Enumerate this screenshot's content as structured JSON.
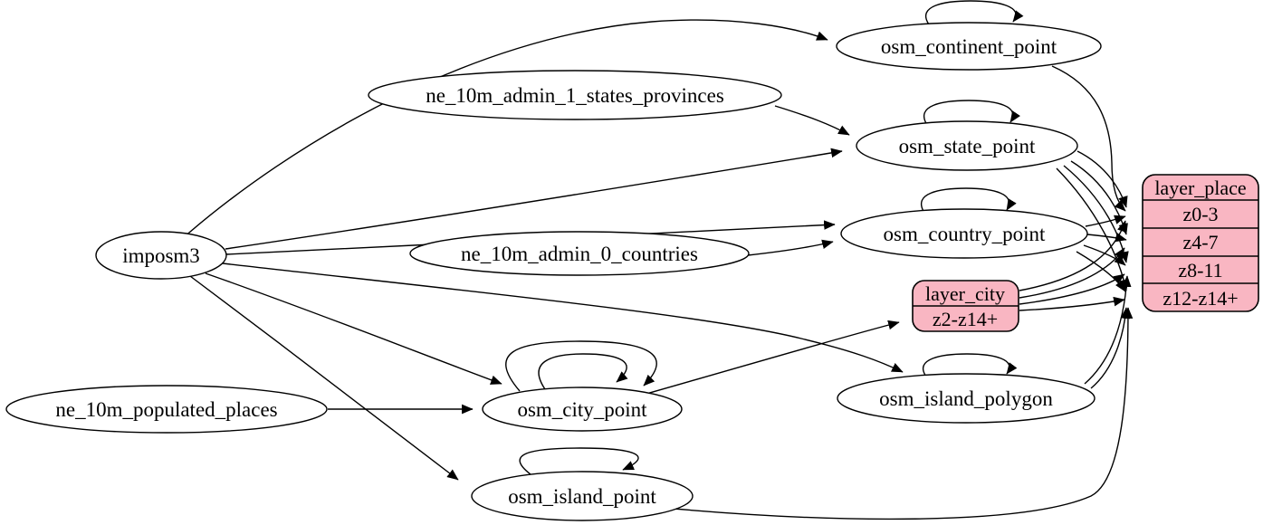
{
  "colors": {
    "record_fill": "#f9b6c2",
    "node_fill": "#ffffff",
    "edge_stroke": "#000000"
  },
  "nodes": {
    "imposm3": "imposm3",
    "ne_10m_admin_1_states_provinces": "ne_10m_admin_1_states_provinces",
    "ne_10m_admin_0_countries": "ne_10m_admin_0_countries",
    "ne_10m_populated_places": "ne_10m_populated_places",
    "osm_continent_point": "osm_continent_point",
    "osm_state_point": "osm_state_point",
    "osm_country_point": "osm_country_point",
    "osm_city_point": "osm_city_point",
    "osm_island_polygon": "osm_island_polygon",
    "osm_island_point": "osm_island_point"
  },
  "records": {
    "layer_city": {
      "title": "layer_city",
      "rows": [
        "z2-z14+"
      ]
    },
    "layer_place": {
      "title": "layer_place",
      "rows": [
        "z0-3",
        "z4-7",
        "z8-11",
        "z12-z14+"
      ]
    }
  },
  "edges": [
    {
      "from": "imposm3",
      "to": "osm_continent_point"
    },
    {
      "from": "imposm3",
      "to": "osm_state_point"
    },
    {
      "from": "imposm3",
      "to": "osm_country_point"
    },
    {
      "from": "imposm3",
      "to": "osm_city_point"
    },
    {
      "from": "imposm3",
      "to": "osm_island_polygon"
    },
    {
      "from": "imposm3",
      "to": "osm_island_point"
    },
    {
      "from": "ne_10m_admin_1_states_provinces",
      "to": "osm_state_point"
    },
    {
      "from": "ne_10m_admin_0_countries",
      "to": "osm_country_point"
    },
    {
      "from": "ne_10m_populated_places",
      "to": "osm_city_point"
    },
    {
      "from": "osm_continent_point",
      "to": "osm_continent_point",
      "self_loop": true
    },
    {
      "from": "osm_state_point",
      "to": "osm_state_point",
      "self_loop": true
    },
    {
      "from": "osm_country_point",
      "to": "osm_country_point",
      "self_loop": true
    },
    {
      "from": "osm_city_point",
      "to": "osm_city_point",
      "self_loop": true
    },
    {
      "from": "osm_city_point",
      "to": "osm_city_point",
      "self_loop": true
    },
    {
      "from": "osm_island_polygon",
      "to": "osm_island_polygon",
      "self_loop": true
    },
    {
      "from": "osm_island_point",
      "to": "osm_island_point",
      "self_loop": true
    },
    {
      "from": "osm_city_point",
      "to": "layer_city",
      "to_row": "z2-z14+"
    },
    {
      "from": "osm_continent_point",
      "to": "layer_place",
      "to_row": "z0-3"
    },
    {
      "from": "osm_state_point",
      "to": "layer_place",
      "to_row": "z0-3"
    },
    {
      "from": "osm_state_point",
      "to": "layer_place",
      "to_row": "z4-7"
    },
    {
      "from": "osm_state_point",
      "to": "layer_place",
      "to_row": "z8-11"
    },
    {
      "from": "osm_state_point",
      "to": "layer_place",
      "to_row": "z12-z14+"
    },
    {
      "from": "osm_country_point",
      "to": "layer_place",
      "to_row": "z0-3"
    },
    {
      "from": "osm_country_point",
      "to": "layer_place",
      "to_row": "z4-7"
    },
    {
      "from": "osm_country_point",
      "to": "layer_place",
      "to_row": "z8-11"
    },
    {
      "from": "osm_country_point",
      "to": "layer_place",
      "to_row": "z12-z14+"
    },
    {
      "from": "layer_city",
      "to": "layer_place",
      "to_row": "z0-3"
    },
    {
      "from": "layer_city",
      "to": "layer_place",
      "to_row": "z4-7"
    },
    {
      "from": "layer_city",
      "to": "layer_place",
      "to_row": "z8-11"
    },
    {
      "from": "layer_city",
      "to": "layer_place",
      "to_row": "z12-z14+"
    },
    {
      "from": "osm_island_polygon",
      "to": "layer_place",
      "to_row": "z8-11"
    },
    {
      "from": "osm_island_polygon",
      "to": "layer_place",
      "to_row": "z12-z14+"
    },
    {
      "from": "osm_island_point",
      "to": "layer_place",
      "to_row": "z12-z14+"
    }
  ]
}
